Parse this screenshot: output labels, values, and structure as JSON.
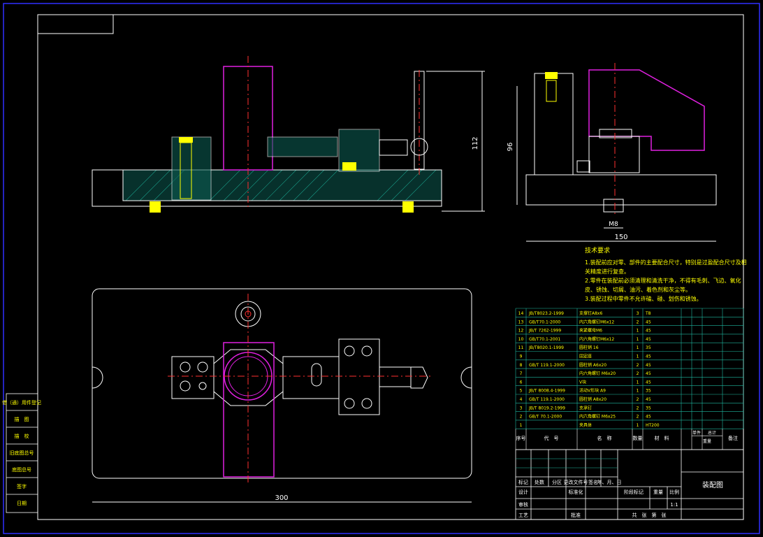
{
  "dimensions": {
    "front_height": "112",
    "side_height": "96",
    "side_width": "150",
    "side_small": "M8",
    "plan_width": "300"
  },
  "notes": {
    "title": "技术要求",
    "lines": [
      "1.装配前应对零、部件的主要配合尺寸，特别是过盈配合尺寸及相",
      "关精度进行复查。",
      "2.零件在装配前必须清理和清洗干净，不得有毛刺、飞边、氧化",
      "皮、锈蚀、切屑、油污、着色剂和灰尘等。",
      "3.装配过程中零件不允许磕、碰、划伤和锈蚀。"
    ]
  },
  "bom": {
    "rows": [
      {
        "no": "14",
        "code": "JB/T8023.2-1999",
        "name": "支撑钉A8x6",
        "qty": "3",
        "mat": "T8"
      },
      {
        "no": "13",
        "code": "GB/T70.1-2000",
        "name": "内六角螺钉M6x12",
        "qty": "2",
        "mat": "45"
      },
      {
        "no": "12",
        "code": "JB/T 7262-1999",
        "name": "夹紧螺母M6",
        "qty": "1",
        "mat": "45"
      },
      {
        "no": "10",
        "code": "GB/T70.1-2001",
        "name": "内六角螺钉M6x12",
        "qty": "1",
        "mat": "45"
      },
      {
        "no": "11",
        "code": "JB/T8020.1-1999",
        "name": "圆柱销 16",
        "qty": "1",
        "mat": "35"
      },
      {
        "no": "9",
        "code": "",
        "name": "固定座",
        "qty": "1",
        "mat": "45"
      },
      {
        "no": "8",
        "code": "GB/T 119.1-2000",
        "name": "圆柱销 A6x20",
        "qty": "2",
        "mat": "45"
      },
      {
        "no": "7",
        "code": "",
        "name": "内六角螺钉 M6x20",
        "qty": "2",
        "mat": "45"
      },
      {
        "no": "6",
        "code": "",
        "name": "V块",
        "qty": "1",
        "mat": "45"
      },
      {
        "no": "5",
        "code": "JB/T 8008.4-1999",
        "name": "活动V形块 A9",
        "qty": "1",
        "mat": "35"
      },
      {
        "no": "4",
        "code": "GB/T 119.1-2000",
        "name": "圆柱销 A8x20",
        "qty": "2",
        "mat": "45"
      },
      {
        "no": "3",
        "code": "JB/T 8019.2-1999",
        "name": "支承钉",
        "qty": "2",
        "mat": "35"
      },
      {
        "no": "2",
        "code": "GB/T 70.1-2000",
        "name": "内六角螺钉 M6x25",
        "qty": "2",
        "mat": "45"
      },
      {
        "no": "1",
        "code": "",
        "name": "夹具体",
        "qty": "1",
        "mat": "HT200"
      }
    ],
    "header": {
      "no": "序号",
      "code": "代　号",
      "name": "名　称",
      "qty": "数量",
      "mat": "材　料",
      "single": "单件",
      "total": "总计",
      "weight": "重量",
      "remark": "备注"
    }
  },
  "title_block": {
    "drawing_name": "装配图",
    "labels": {
      "mark": "标记",
      "count": "处数",
      "zone": "分区",
      "change_doc": "更改文件号",
      "sign": "签名",
      "date": "年、月、日",
      "design": "设计",
      "standardize": "标准化",
      "stage": "阶段标记",
      "weight": "重量",
      "scale": "比例",
      "review": "审核",
      "process": "工艺",
      "approve": "批准",
      "sheets": "共　张　第　张",
      "scale_value": "1:1"
    }
  },
  "side_panel": [
    "借（通）用件登记",
    "旧底图总号",
    "底图总号",
    "签字",
    "日期"
  ],
  "side_panel_extra": [
    "描　图",
    "描　校"
  ]
}
